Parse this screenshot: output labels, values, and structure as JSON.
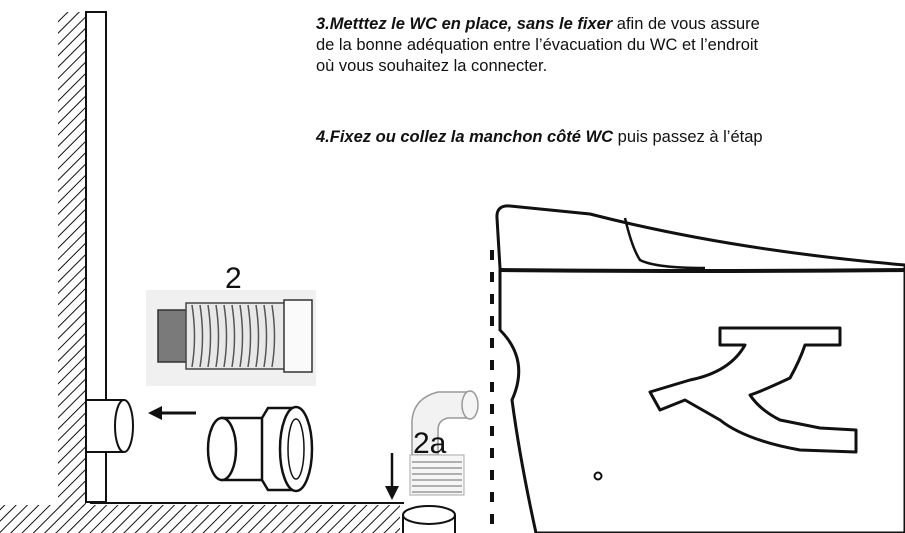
{
  "instructions": {
    "step3_bold": "3.Metttez le WC en place, sans le fixer",
    "step3_line1_rest": " afin de vous assure",
    "step3_line2": "de la bonne adéquation entre l’évacuation du WC et l’endroit",
    "step3_line3": "où vous souhaitez la connecter.",
    "step4_bold": "4.Fixez ou collez la manchon côté WC",
    "step4_rest": " puis passez à l’étap"
  },
  "labels": {
    "part_2": "2",
    "part_2a": "2a"
  },
  "components": [
    "wall",
    "floor",
    "wall-pipe-stub",
    "flexible-hose",
    "straight-connector",
    "elbow-connector",
    "floor-pipe-stub",
    "toilet"
  ]
}
